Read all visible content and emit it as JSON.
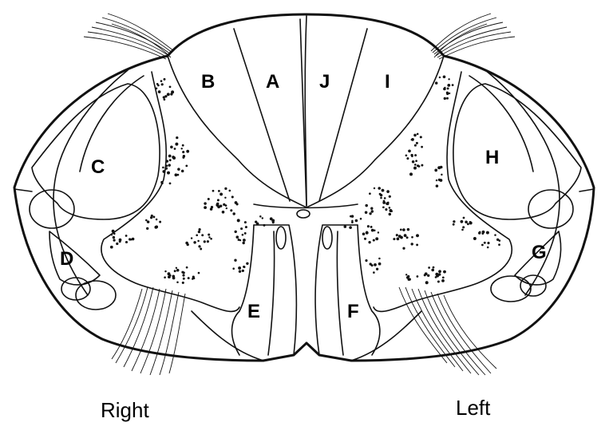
{
  "labels": {
    "A": "A",
    "B": "B",
    "C": "C",
    "D": "D",
    "E": "E",
    "F": "F",
    "G": "G",
    "H": "H",
    "I": "I",
    "J": "J"
  },
  "sides": {
    "right": "Right",
    "left": "Left"
  }
}
